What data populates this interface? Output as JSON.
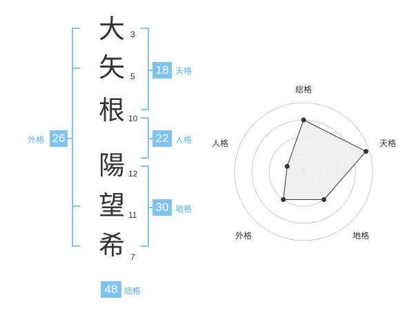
{
  "name": {
    "characters": [
      {
        "char": "大",
        "strokes": "3"
      },
      {
        "char": "矢",
        "strokes": "5"
      },
      {
        "char": "根",
        "strokes": "10"
      },
      {
        "char": "陽",
        "strokes": "12"
      },
      {
        "char": "望",
        "strokes": "11"
      },
      {
        "char": "希",
        "strokes": "7"
      }
    ]
  },
  "scores": {
    "tenkaku": {
      "label": "天格",
      "value": "18"
    },
    "jinkaku": {
      "label": "人格",
      "value": "22"
    },
    "chikaku": {
      "label": "地格",
      "value": "30"
    },
    "gaikaku": {
      "label": "外格",
      "value": "26"
    },
    "soukaku": {
      "label": "総格",
      "value": "48"
    }
  },
  "radar": {
    "axes": [
      "総格",
      "天格",
      "地格",
      "外格",
      "人格"
    ],
    "levels": 4,
    "values": [
      0.75,
      0.95,
      0.5,
      0.5,
      0.25
    ]
  },
  "colors": {
    "accent": "#7fc4ee",
    "accent_text": "#5bb5e8",
    "text": "#333333",
    "grid": "#cccccc",
    "fill": "#eeeeee"
  }
}
